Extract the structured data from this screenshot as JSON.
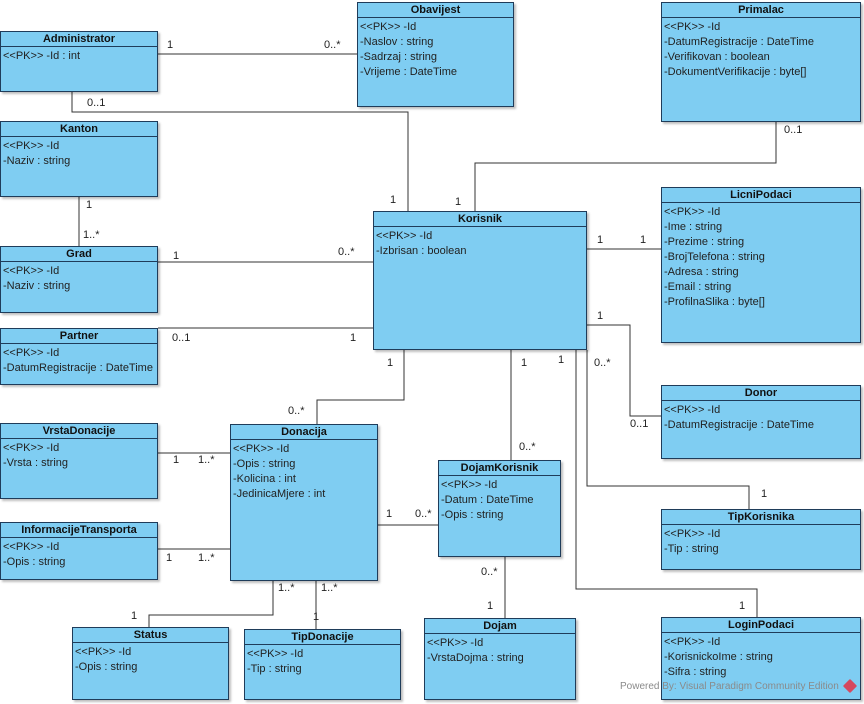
{
  "classes": {
    "administrator": {
      "name": "Administrator",
      "attrs": [
        "<<PK>> -Id : int"
      ]
    },
    "obavijest": {
      "name": "Obavijest",
      "attrs": [
        "<<PK>> -Id",
        "-Naslov : string",
        "-Sadrzaj : string",
        "-Vrijeme : DateTime"
      ]
    },
    "primalac": {
      "name": "Primalac",
      "attrs": [
        "<<PK>> -Id",
        "-DatumRegistracije : DateTime",
        "-Verifikovan : boolean",
        "-DokumentVerifikacije : byte[]"
      ]
    },
    "kanton": {
      "name": "Kanton",
      "attrs": [
        "<<PK>> -Id",
        "-Naziv : string"
      ]
    },
    "grad": {
      "name": "Grad",
      "attrs": [
        "<<PK>> -Id",
        "-Naziv : string"
      ]
    },
    "korisnik": {
      "name": "Korisnik",
      "attrs": [
        "<<PK>> -Id",
        "-Izbrisan : boolean"
      ]
    },
    "licnipodaci": {
      "name": "LicniPodaci",
      "attrs": [
        "<<PK>> -Id",
        "-Ime : string",
        "-Prezime : string",
        "-BrojTelefona : string",
        "-Adresa : string",
        "-Email : string",
        "-ProfilnaSlika : byte[]"
      ]
    },
    "partner": {
      "name": "Partner",
      "attrs": [
        "<<PK>> -Id",
        "-DatumRegistracije : DateTime"
      ]
    },
    "donor": {
      "name": "Donor",
      "attrs": [
        "<<PK>> -Id",
        "-DatumRegistracije : DateTime"
      ]
    },
    "vrstadonacije": {
      "name": "VrstaDonacije",
      "attrs": [
        "<<PK>> -Id",
        "-Vrsta : string"
      ]
    },
    "donacija": {
      "name": "Donacija",
      "attrs": [
        "<<PK>> -Id",
        "-Opis : string",
        "-Kolicina : int",
        "-JedinicaMjere : int"
      ]
    },
    "dojamkorisnik": {
      "name": "DojamKorisnik",
      "attrs": [
        "<<PK>> -Id",
        "-Datum : DateTime",
        "-Opis : string"
      ]
    },
    "tipkorisnika": {
      "name": "TipKorisnika",
      "attrs": [
        "<<PK>> -Id",
        "-Tip : string"
      ]
    },
    "informacijetransporta": {
      "name": "InformacijeTransporta",
      "attrs": [
        "<<PK>> -Id",
        "-Opis : string"
      ]
    },
    "status": {
      "name": "Status",
      "attrs": [
        "<<PK>> -Id",
        "-Opis : string"
      ]
    },
    "tipdonacije": {
      "name": "TipDonacije",
      "attrs": [
        "<<PK>> -Id",
        "-Tip : string"
      ]
    },
    "dojam": {
      "name": "Dojam",
      "attrs": [
        "<<PK>> -Id",
        "-VrstaDojma : string"
      ]
    },
    "loginpodaci": {
      "name": "LoginPodaci",
      "attrs": [
        "<<PK>> -Id",
        "-KorisnickoIme : string",
        "-Sifra : string"
      ]
    }
  },
  "associations": [
    {
      "from": "Administrator",
      "to": "Obavijest",
      "from_mult": "1",
      "to_mult": "0..*"
    },
    {
      "from": "Administrator",
      "to": "Korisnik",
      "from_mult": "0..1",
      "to_mult": "1"
    },
    {
      "from": "Primalac",
      "to": "Korisnik",
      "from_mult": "0..1",
      "to_mult": "1"
    },
    {
      "from": "Kanton",
      "to": "Grad",
      "from_mult": "1",
      "to_mult": "1..*"
    },
    {
      "from": "Grad",
      "to": "Korisnik",
      "from_mult": "1",
      "to_mult": "0..*"
    },
    {
      "from": "Korisnik",
      "to": "LicniPodaci",
      "from_mult": "1",
      "to_mult": "1"
    },
    {
      "from": "Partner",
      "to": "Korisnik",
      "from_mult": "0..1",
      "to_mult": "1"
    },
    {
      "from": "Korisnik",
      "to": "Donacija",
      "from_mult": "1",
      "to_mult": "0..*"
    },
    {
      "from": "Korisnik",
      "to": "DojamKorisnik",
      "from_mult": "1",
      "to_mult": "0..*"
    },
    {
      "from": "Korisnik",
      "to": "Donor",
      "from_mult": "1",
      "to_mult": "0..1"
    },
    {
      "from": "Korisnik",
      "to": "TipKorisnika",
      "from_mult": "0..*",
      "to_mult": "1"
    },
    {
      "from": "Korisnik",
      "to": "LoginPodaci",
      "from_mult": "1",
      "to_mult": "1"
    },
    {
      "from": "VrstaDonacije",
      "to": "Donacija",
      "from_mult": "1",
      "to_mult": "1..*"
    },
    {
      "from": "InformacijeTransporta",
      "to": "Donacija",
      "from_mult": "1",
      "to_mult": "1..*"
    },
    {
      "from": "Donacija",
      "to": "DojamKorisnik",
      "from_mult": "1",
      "to_mult": "0..*"
    },
    {
      "from": "Status",
      "to": "Donacija",
      "from_mult": "1",
      "to_mult": "1..*"
    },
    {
      "from": "TipDonacije",
      "to": "Donacija",
      "from_mult": "1",
      "to_mult": "1..*"
    },
    {
      "from": "DojamKorisnik",
      "to": "Dojam",
      "from_mult": "0..*",
      "to_mult": "1"
    }
  ],
  "footer": "Powered By: Visual Paradigm Community Edition"
}
